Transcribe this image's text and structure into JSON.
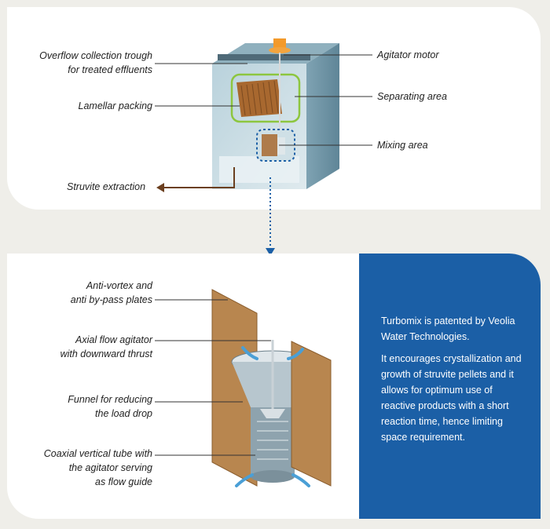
{
  "top_panel": {
    "labels": {
      "overflow_line1": "Overflow collection trough",
      "overflow_line2": "for treated effluents",
      "lamellar": "Lamellar packing",
      "struvite": "Struvite extraction",
      "agitator_motor": "Agitator motor",
      "separating": "Separating area",
      "mixing": "Mixing area"
    }
  },
  "bottom_panel": {
    "labels": {
      "antivortex_line1": "Anti-vortex and",
      "antivortex_line2": "anti by-pass plates",
      "axial_line1": "Axial flow agitator",
      "axial_line2": "with downward thrust",
      "funnel_line1": "Funnel for reducing",
      "funnel_line2": "the load drop",
      "coaxial_line1": "Coaxial vertical tube with",
      "coaxial_line2": "the agitator serving",
      "coaxial_line3": "as flow guide"
    },
    "info": {
      "para1": "Turbomix is patented by Veolia Water Technologies.",
      "para2": "It encourages crystallization and growth of struvite pellets and it allows for optimum use of reactive products with a short reaction time, hence limiting space requirement."
    }
  },
  "colors": {
    "info_background": "#1b5fa6",
    "connector_dots": "#1b5fa6",
    "separating_highlight": "#8dc63f",
    "struvite_arrow": "#6b3f1f"
  }
}
